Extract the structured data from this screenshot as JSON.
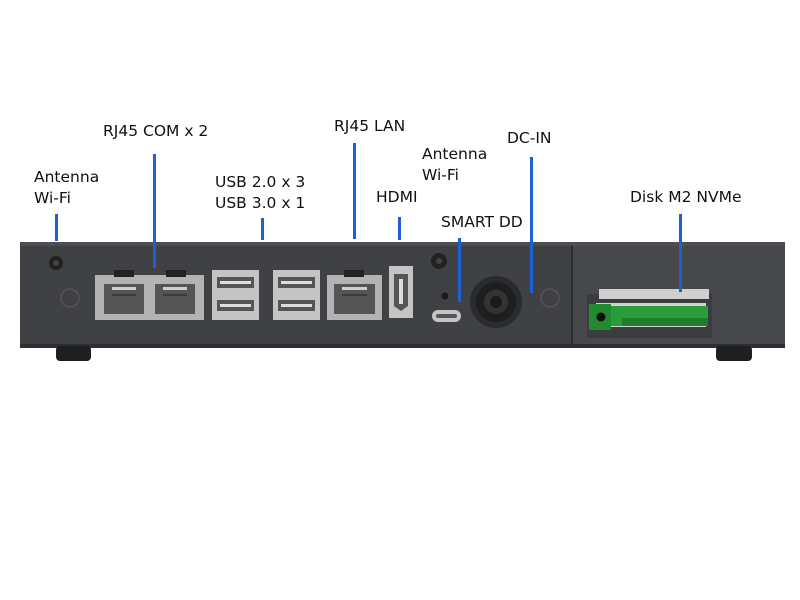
{
  "callouts": {
    "antenna_left": {
      "line1": "Antenna",
      "line2": "Wi-Fi"
    },
    "rj45_com": {
      "text": "RJ45 COM x 2"
    },
    "usb": {
      "line1": "USB 2.0 x 3",
      "line2": "USB 3.0 x 1"
    },
    "rj45_lan": {
      "text": "RJ45 LAN"
    },
    "hdmi": {
      "text": "HDMI"
    },
    "antenna_right": {
      "line1": "Antenna",
      "line2": "Wi-Fi"
    },
    "smart_dd": {
      "text": "SMART DD"
    },
    "dc_in": {
      "text": "DC-IN"
    },
    "disk": {
      "text": "Disk M2 NVMe"
    }
  },
  "colors": {
    "leader_line": "#1f5fd6",
    "chassis": "#404245",
    "port_housing": "#b5b5b5",
    "disk_tray_accent": "#2a9d3a"
  }
}
